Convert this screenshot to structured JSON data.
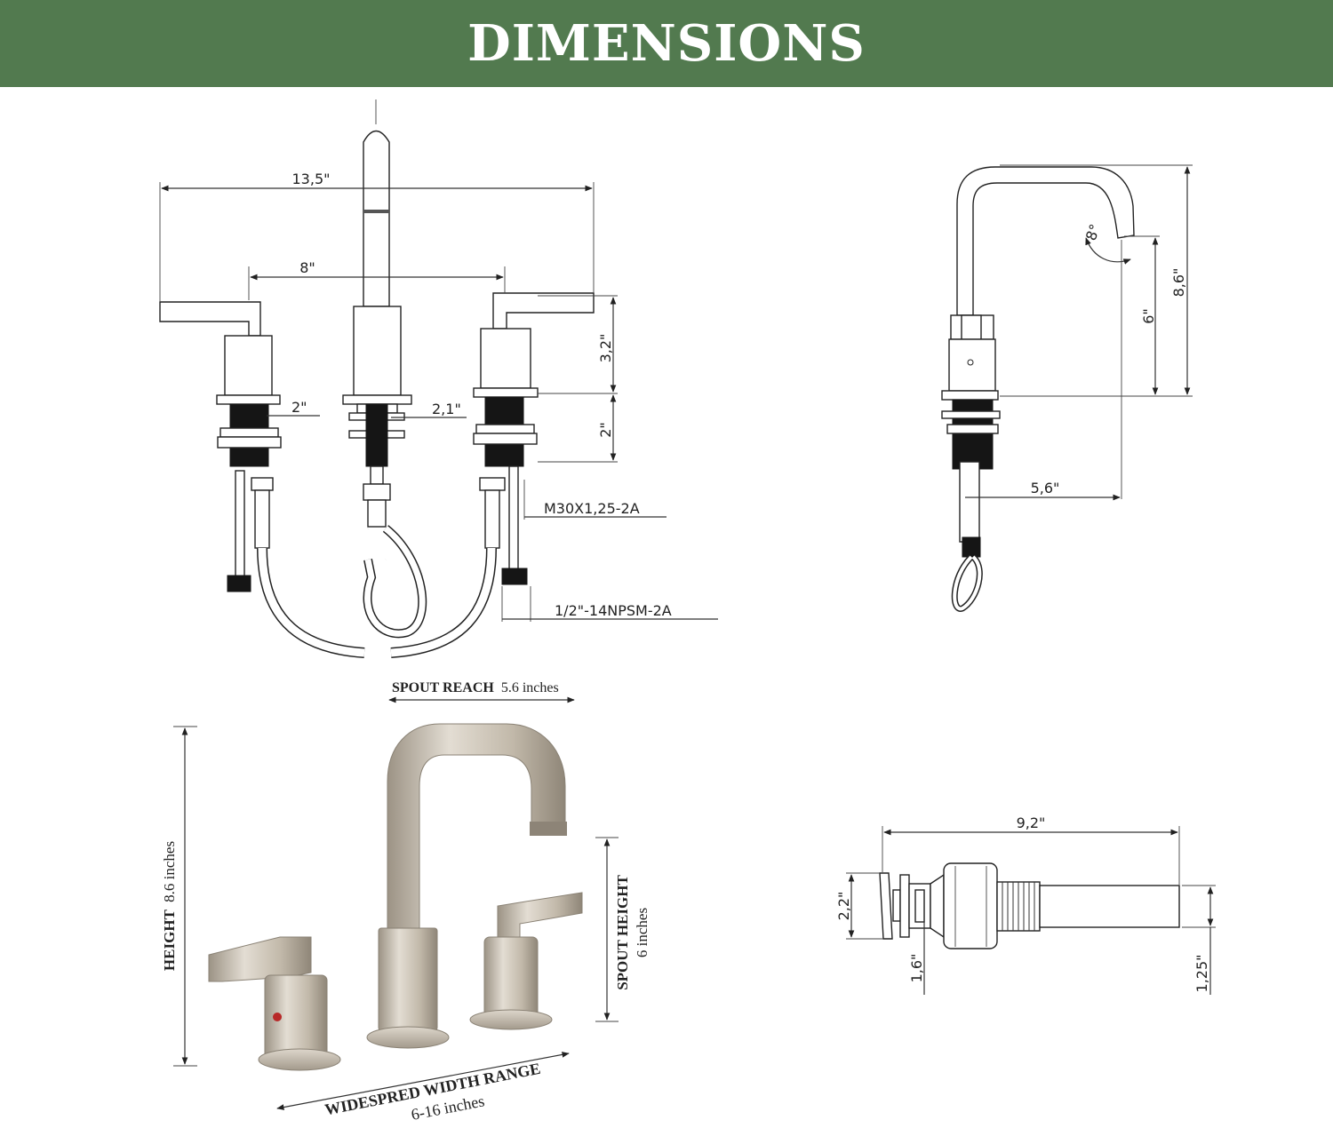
{
  "header": {
    "title": "DIMENSIONS"
  },
  "front_view": {
    "overall_width": "13,5\"",
    "center_spacing": "8\"",
    "handle_height": "3,2\"",
    "shank_length": "2\"",
    "handle_base_diameter": "2\"",
    "spout_base_diameter": "2,1\"",
    "thread_spec": "M30X1,25-2A",
    "hose_connection": "1/2\"-14NPSM-2A"
  },
  "side_view": {
    "spout_angle": "8°",
    "overall_height": "8,6\"",
    "spout_height": "6\"",
    "spout_reach": "5,6\""
  },
  "photo_view": {
    "spout_reach_label": "SPOUT REACH",
    "spout_reach_value": "5.6 inches",
    "height_label": "HEIGHT",
    "height_value": "8.6 inches",
    "spout_height_label": "SPOUT HEIGHT",
    "spout_height_value": "6 inches",
    "width_range_label": "WIDESPRED WIDTH RANGE",
    "width_range_value": "6-16 inches"
  },
  "drain_view": {
    "length": "9,2\"",
    "flange_diameter": "2,2\"",
    "inner_diameter": "1,6\"",
    "tailpiece_diameter": "1,25\""
  },
  "colors": {
    "banner": "#527a4f",
    "finish": "#c9c1b3",
    "hot_indicator": "#b82828"
  }
}
